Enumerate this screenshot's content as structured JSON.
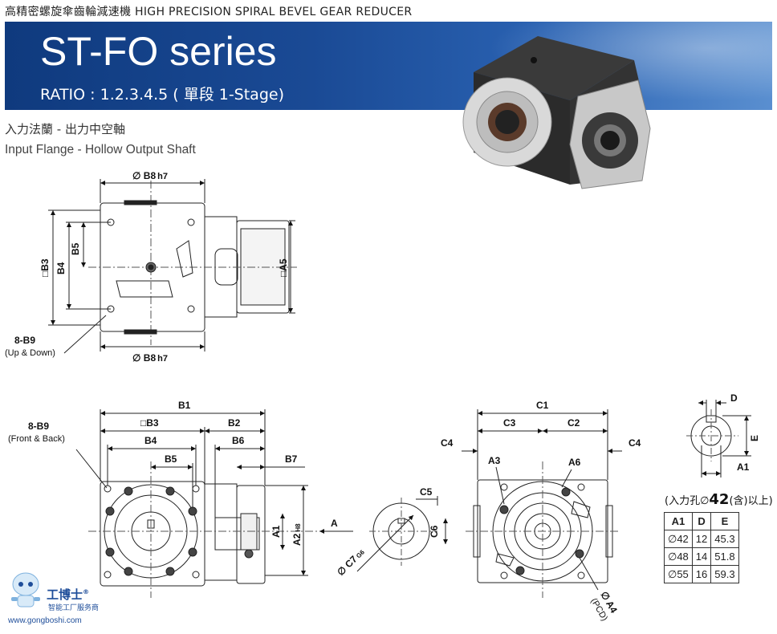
{
  "header": {
    "top_line": "高精密螺旋傘齒輪減速機  HIGH PRECISION SPIRAL BEVEL GEAR REDUCER",
    "title": "ST-FO series",
    "ratio": "RATIO : 1.2.3.4.5 ( 單段 1-Stage)"
  },
  "subtitle": {
    "zh": "入力法蘭 - 出力中空軸",
    "en": "Input Flange - Hollow Output Shaft"
  },
  "drawing_top": {
    "b8_top": "∅ B8",
    "b8_top_tol": "h7",
    "b8_bottom": "∅ B8",
    "b8_bottom_tol": "h7",
    "b3": "□B3",
    "b4": "B4",
    "b5": "B5",
    "a5": "□A5",
    "b9_label": "8-B9",
    "b9_note": "(Up & Down)"
  },
  "drawing_front": {
    "b1": "B1",
    "b3": "□B3",
    "b2": "B2",
    "b4": "B4",
    "b6": "B6",
    "b5": "B5",
    "b7": "B7",
    "b9_label": "8-B9",
    "b9_note": "(Front & Back)",
    "a1": "A1",
    "a2": "A2",
    "a2_tol": "H8",
    "arrow": "A"
  },
  "drawing_shaft": {
    "c5": "C5",
    "c6": "C6",
    "c7": "∅ C7",
    "c7_tol": "G6"
  },
  "drawing_side": {
    "c1": "C1",
    "c3": "C3",
    "c2": "C2",
    "c4_left": "C4",
    "c4_right": "C4",
    "a3": "A3",
    "a6": "A6",
    "a4": "∅ A4",
    "pcd": "(PCD)"
  },
  "drawing_keyway": {
    "d": "D",
    "e": "E",
    "a1": "A1"
  },
  "table": {
    "note_pre": "(入力孔∅",
    "note_num": "42",
    "note_post": "(含)以上)",
    "headers": [
      "A1",
      "D",
      "E"
    ],
    "rows": [
      [
        "∅42",
        "12",
        "45.3"
      ],
      [
        "∅48",
        "14",
        "51.8"
      ],
      [
        "∅55",
        "16",
        "59.3"
      ]
    ]
  },
  "logo": {
    "name": "工博士",
    "tagline": "智能工厂服务商",
    "url": "www.gongboshi.com",
    "mark": "®"
  },
  "colors": {
    "banner": "#1a4a95",
    "line": "#222222",
    "logo": "#1f4e9a"
  }
}
